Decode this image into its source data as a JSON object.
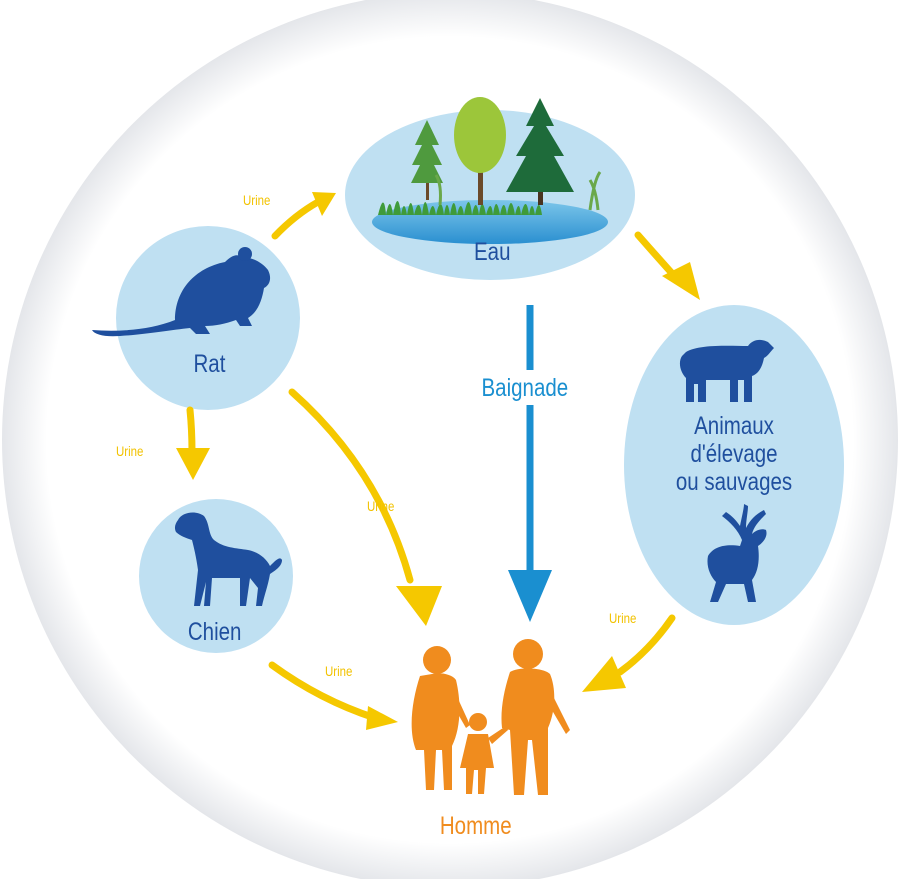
{
  "nodes": {
    "eau": "Eau",
    "rat": "Rat",
    "chien": "Chien",
    "animaux": [
      "Animaux",
      "d'élevage",
      "ou sauvages"
    ],
    "homme": "Homme"
  },
  "edges": {
    "rat_eau": "Urine",
    "rat_chien": "Urine",
    "rat_homme": "Urine",
    "chien_homme": "Urine",
    "animaux_homme": "Urine",
    "eau_homme": "Baignade"
  },
  "colors": {
    "background_circle": "#ffffff",
    "node_fill": "#bfe0f2",
    "silhouette": "#1f4f9e",
    "arrow_yellow": "#f5c800",
    "arrow_blue": "#1a8fd0",
    "human": "#f08c1e",
    "baignade_text": "#1a8fd0",
    "homme_text": "#f08c1e"
  }
}
